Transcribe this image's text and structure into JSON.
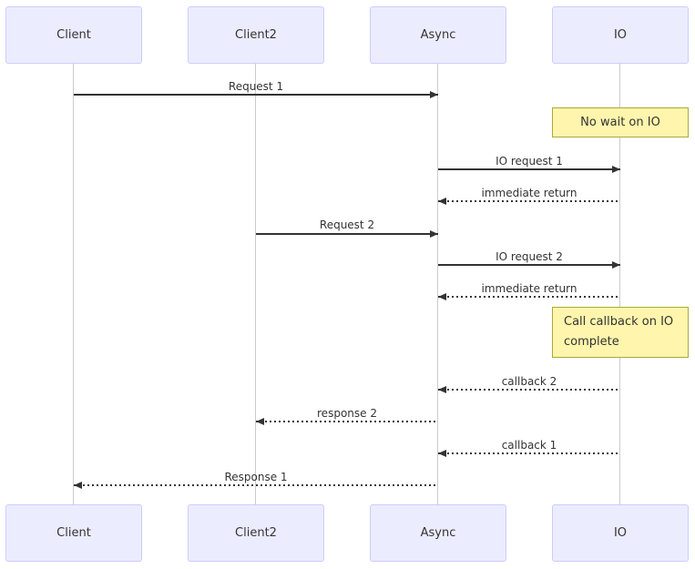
{
  "diagram": {
    "type": "sequence-diagram",
    "actors": [
      {
        "name": "Client"
      },
      {
        "name": "Client2"
      },
      {
        "name": "Async"
      },
      {
        "name": "IO"
      }
    ],
    "messages": [
      {
        "label": "Request 1",
        "from": "Client",
        "to": "Async",
        "style": "solid"
      },
      {
        "label": "IO request 1",
        "from": "Async",
        "to": "IO",
        "style": "solid"
      },
      {
        "label": "immediate return",
        "from": "IO",
        "to": "Async",
        "style": "dotted"
      },
      {
        "label": "Request 2",
        "from": "Client2",
        "to": "Async",
        "style": "solid"
      },
      {
        "label": "IO request 2",
        "from": "Async",
        "to": "IO",
        "style": "solid"
      },
      {
        "label": "immediate return",
        "from": "IO",
        "to": "Async",
        "style": "dotted"
      },
      {
        "label": "callback 2",
        "from": "IO",
        "to": "Async",
        "style": "dotted"
      },
      {
        "label": "response 2",
        "from": "Async",
        "to": "Client2",
        "style": "dotted"
      },
      {
        "label": "callback 1",
        "from": "IO",
        "to": "Async",
        "style": "dotted"
      },
      {
        "label": "Response 1",
        "from": "Async",
        "to": "Client",
        "style": "dotted"
      }
    ],
    "notes": [
      {
        "text": "No wait on IO",
        "over": "IO"
      },
      {
        "text": "Call callback on IO complete",
        "over": "IO"
      }
    ],
    "colors": {
      "actor_fill": "#ECECFF",
      "actor_border": "#CCCCFF",
      "note_fill": "#FFF5AD",
      "note_border": "#AAAA33",
      "message_line": "#333333",
      "lifeline": "#CCCCCC",
      "text": "#333333",
      "background": "#FFFFFF"
    }
  }
}
